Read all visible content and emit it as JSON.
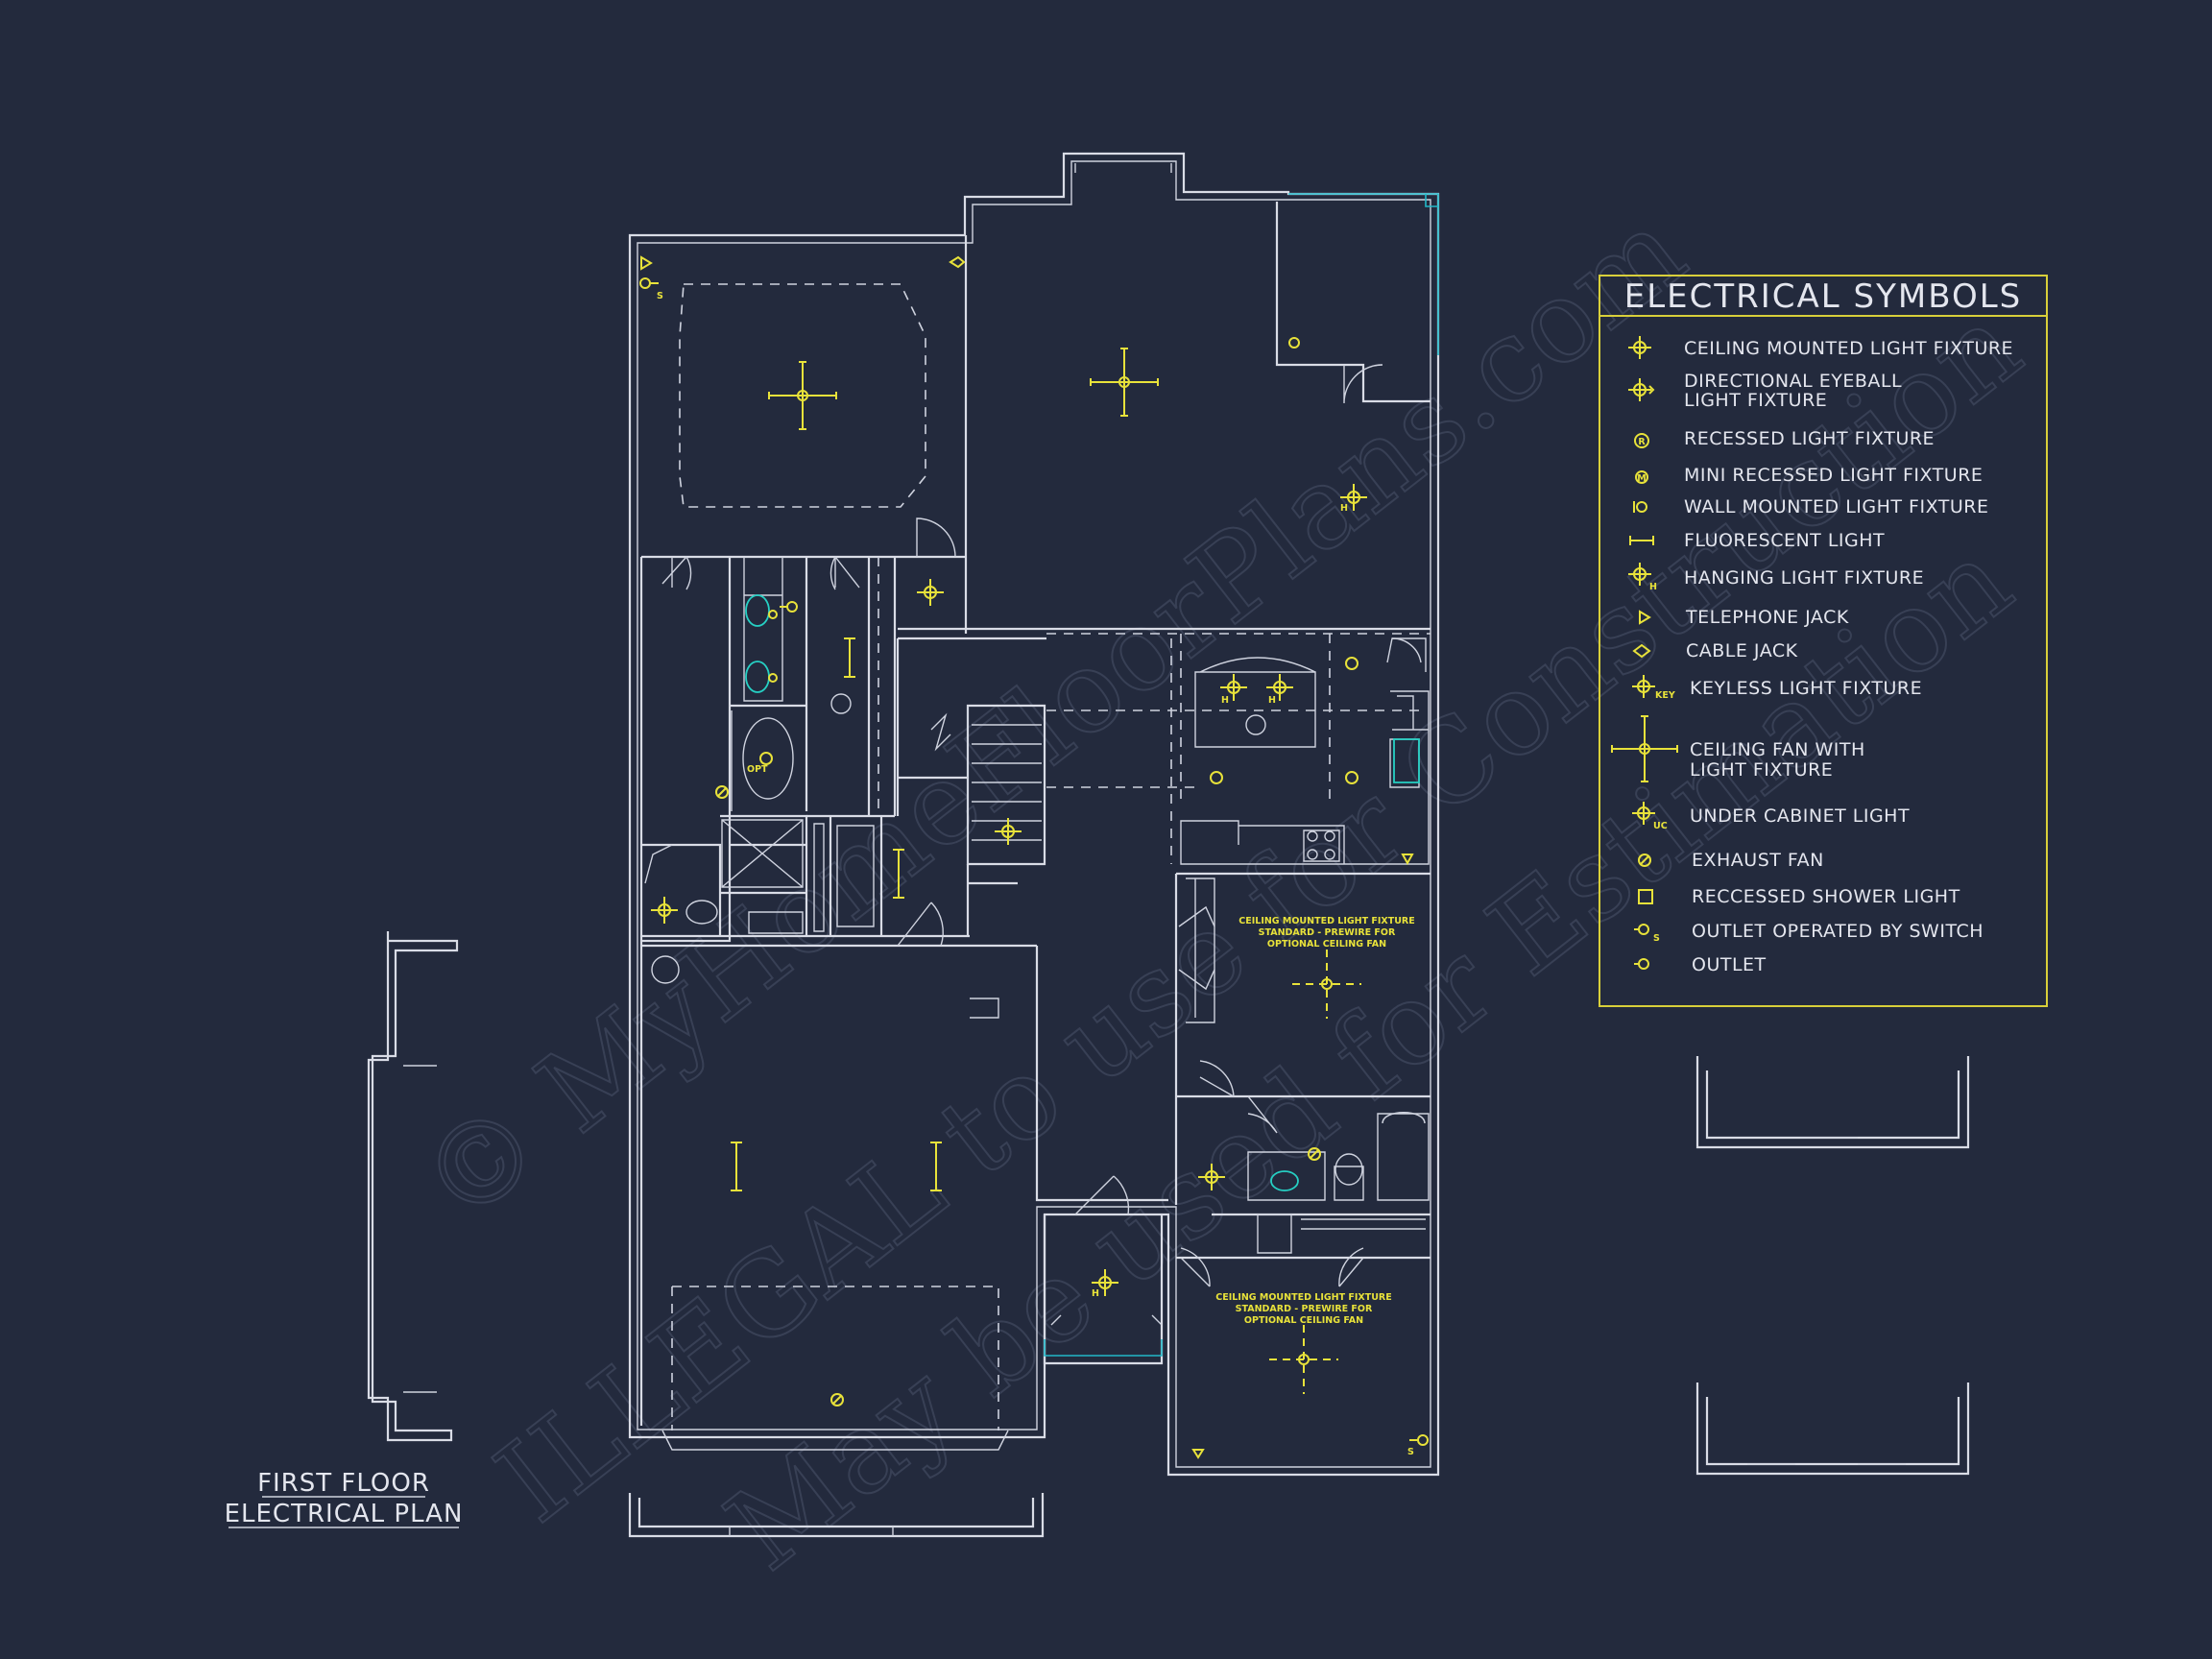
{
  "plan_title": {
    "line1": "FIRST FLOOR",
    "line2": "ELECTRICAL PLAN"
  },
  "legend": {
    "title": "ELECTRICAL SYMBOLS",
    "items": [
      {
        "label": "CEILING MOUNTED LIGHT FIXTURE",
        "icon": "ceiling-light-icon"
      },
      {
        "label": "DIRECTIONAL EYEBALL",
        "label2": "LIGHT FIXTURE",
        "icon": "eyeball-light-icon"
      },
      {
        "label": "RECESSED LIGHT FIXTURE",
        "icon": "recessed-light-icon",
        "glyph": "R"
      },
      {
        "label": "MINI RECESSED LIGHT FIXTURE",
        "icon": "mini-recessed-light-icon",
        "glyph": "M"
      },
      {
        "label": "WALL MOUNTED LIGHT FIXTURE",
        "icon": "wall-light-icon"
      },
      {
        "label": "FLUORESCENT LIGHT",
        "icon": "fluorescent-light-icon"
      },
      {
        "label": "HANGING LIGHT FIXTURE",
        "icon": "hanging-light-icon",
        "glyph": "H"
      },
      {
        "label": "TELEPHONE JACK",
        "icon": "telephone-jack-icon"
      },
      {
        "label": "CABLE JACK",
        "icon": "cable-jack-icon"
      },
      {
        "label": "KEYLESS LIGHT FIXTURE",
        "icon": "keyless-light-icon",
        "glyph": "KEY"
      },
      {
        "label": "CEILING FAN WITH",
        "label2": "LIGHT FIXTURE",
        "icon": "ceiling-fan-icon"
      },
      {
        "label": "UNDER CABINET LIGHT",
        "icon": "under-cabinet-light-icon",
        "glyph": "UC"
      },
      {
        "label": "EXHAUST FAN",
        "icon": "exhaust-fan-icon"
      },
      {
        "label": "RECCESSED SHOWER LIGHT",
        "icon": "shower-light-icon"
      },
      {
        "label": "OUTLET OPERATED BY SWITCH",
        "icon": "switched-outlet-icon",
        "glyph": "S"
      },
      {
        "label": "OUTLET",
        "icon": "outlet-icon"
      }
    ]
  },
  "notes": {
    "bed2": [
      "CEILING MOUNTED LIGHT FIXTURE",
      "STANDARD - PREWIRE FOR",
      "OPTIONAL CEILING FAN"
    ],
    "bed3": [
      "CEILING MOUNTED LIGHT FIXTURE",
      "STANDARD - PREWIRE FOR",
      "OPTIONAL CEILING FAN"
    ]
  },
  "fixture_glyphs": {
    "recessed": "R",
    "hanging": "H",
    "switch": "S",
    "opt": "OPT"
  },
  "watermark": {
    "line1": "© MyHomeFloorPlans.com",
    "line2": "ILLEGAL to use for Construction",
    "line3": "May be used for Estimation"
  },
  "colors": {
    "background": "#232a3d",
    "lines": "#d9dce6",
    "fixtures": "#e8e23a",
    "legend_border": "#d8cf3a",
    "accent": "#22b8c8"
  }
}
